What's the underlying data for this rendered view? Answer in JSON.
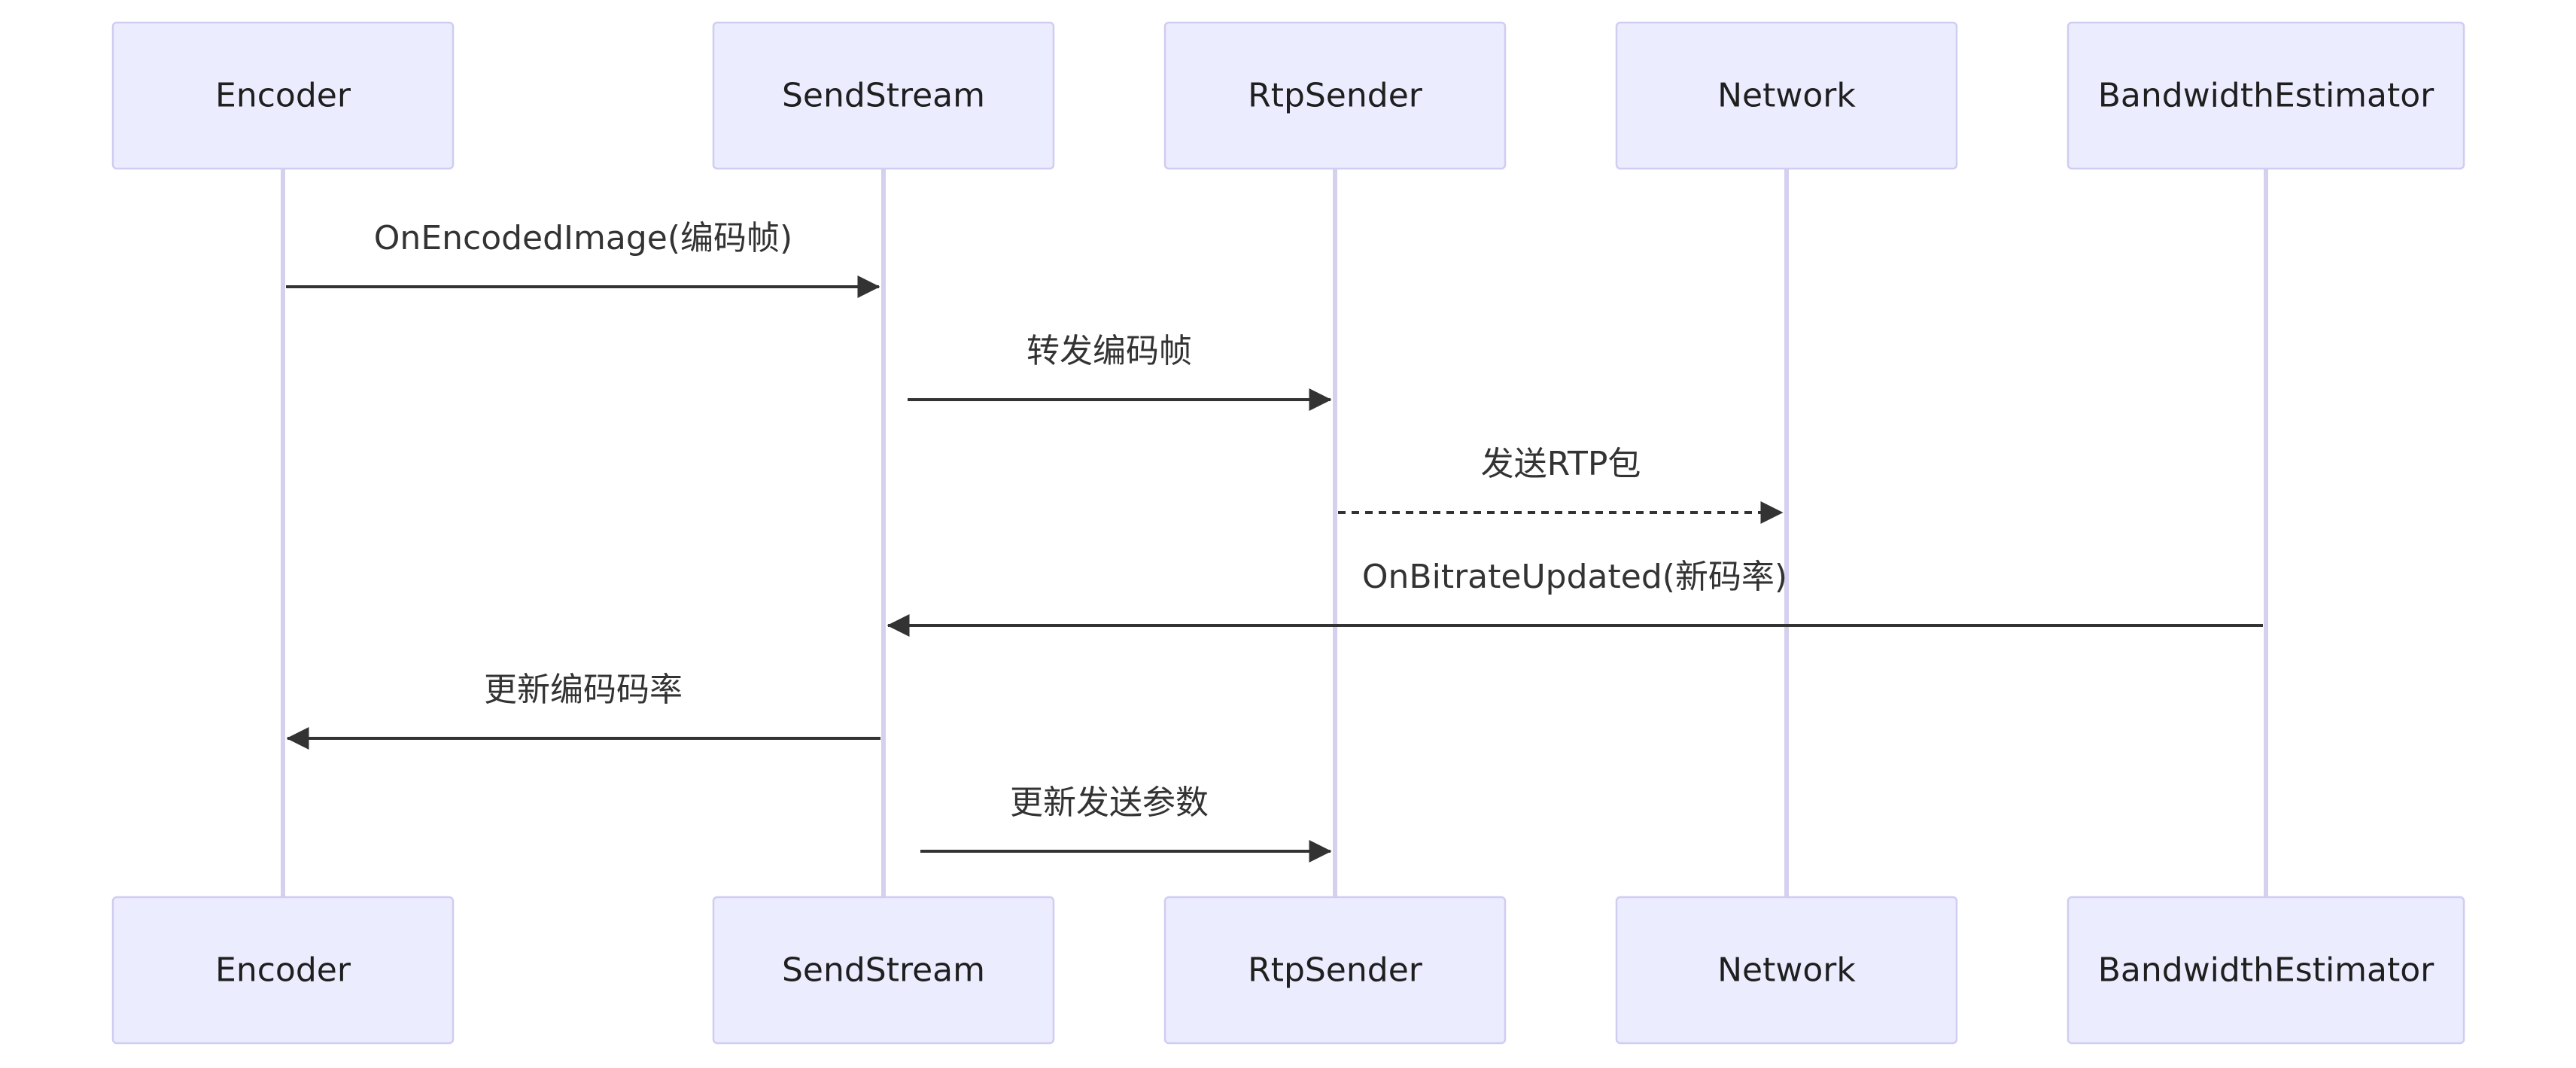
{
  "diagram": {
    "type": "sequence",
    "participants": [
      "Encoder",
      "SendStream",
      "RtpSender",
      "Network",
      "BandwidthEstimator"
    ],
    "messages": [
      {
        "from": "Encoder",
        "to": "SendStream",
        "label": "OnEncodedImage(编码帧)",
        "style": "solid"
      },
      {
        "from": "SendStream",
        "to": "RtpSender",
        "label": "转发编码帧",
        "style": "solid"
      },
      {
        "from": "RtpSender",
        "to": "Network",
        "label": "发送RTP包",
        "style": "dotted"
      },
      {
        "from": "BandwidthEstimator",
        "to": "SendStream",
        "label": "OnBitrateUpdated(新码率)",
        "style": "solid"
      },
      {
        "from": "SendStream",
        "to": "Encoder",
        "label": "更新编码码率",
        "style": "solid"
      },
      {
        "from": "SendStream",
        "to": "RtpSender",
        "label": "更新发送参数",
        "style": "solid"
      }
    ]
  },
  "colors": {
    "actor_fill": "#ececff",
    "actor_border": "#cfcdf2",
    "lifeline": "#d6d0ef",
    "arrow": "#333333",
    "text": "#333333"
  }
}
